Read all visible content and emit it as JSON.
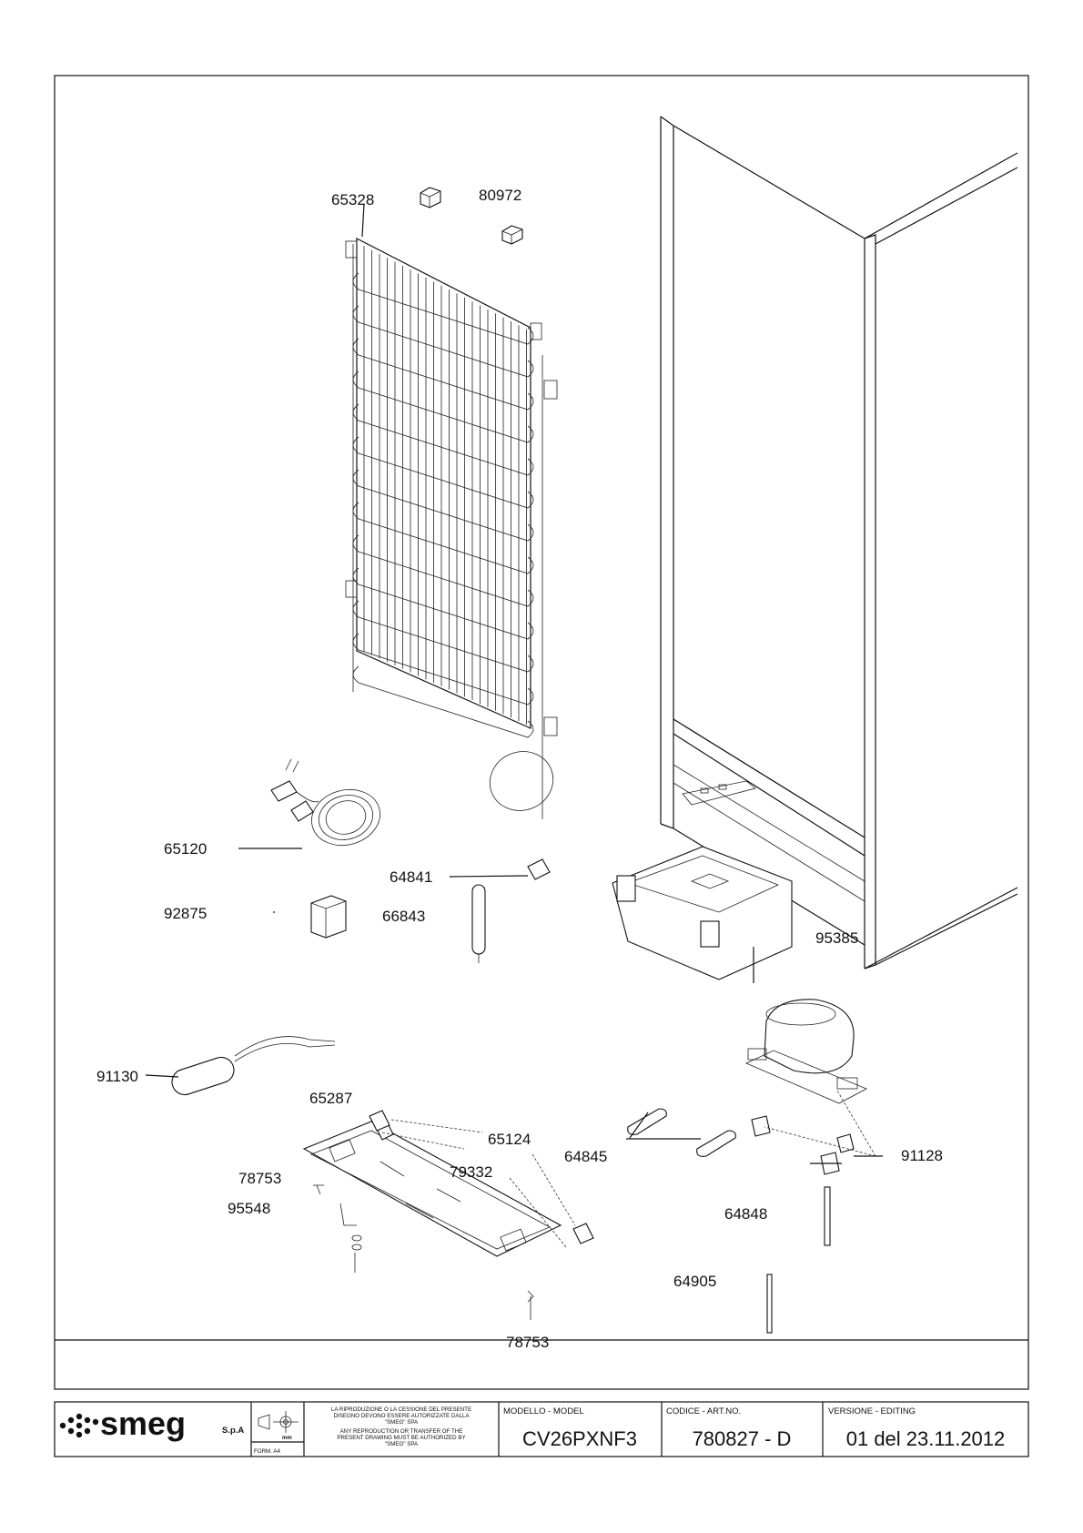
{
  "callouts": [
    {
      "id": "c65328",
      "text": "65328"
    },
    {
      "id": "c80972",
      "text": "80972"
    },
    {
      "id": "c65120",
      "text": "65120"
    },
    {
      "id": "c64841",
      "text": "64841"
    },
    {
      "id": "c92875",
      "text": "92875"
    },
    {
      "id": "c66843",
      "text": "66843"
    },
    {
      "id": "c95385",
      "text": "95385"
    },
    {
      "id": "c91130",
      "text": "91130"
    },
    {
      "id": "c65287",
      "text": "65287"
    },
    {
      "id": "c65124",
      "text": "65124"
    },
    {
      "id": "c64845",
      "text": "64845"
    },
    {
      "id": "c91128",
      "text": "91128"
    },
    {
      "id": "c78753a",
      "text": "78753"
    },
    {
      "id": "c79332",
      "text": "79332"
    },
    {
      "id": "c95548",
      "text": "95548"
    },
    {
      "id": "c64848",
      "text": "64848"
    },
    {
      "id": "c64905",
      "text": "64905"
    },
    {
      "id": "c78753b",
      "text": "78753"
    }
  ],
  "titleblock": {
    "brand": "smeg",
    "brand_suffix": "S.p.A",
    "unit_symbol": "mm",
    "format": "FORM. A4",
    "notice_it_1": "LA RIPRODUZIONE O LA CESSIONE DEL PRESENTE",
    "notice_it_2": "DISEGNO DEVONO ESSERE AUTORIZZATE DALLA",
    "notice_it_3": "\"SMEG\" SPA",
    "notice_en_1": "ANY REPRODUCTION OR TRANSFER OF THE",
    "notice_en_2": "PRESENT DRAWING MUST BE AUTHORIZED BY",
    "notice_en_3": "\"SMEG\" SPA",
    "model_label": "MODELLO - MODEL",
    "model_value": "CV26PXNF3",
    "code_label": "CODICE - ART.NO.",
    "code_value": "780827 - D",
    "version_label": "VERSIONE - EDITING",
    "version_value": "01 del 23.11.2012"
  }
}
